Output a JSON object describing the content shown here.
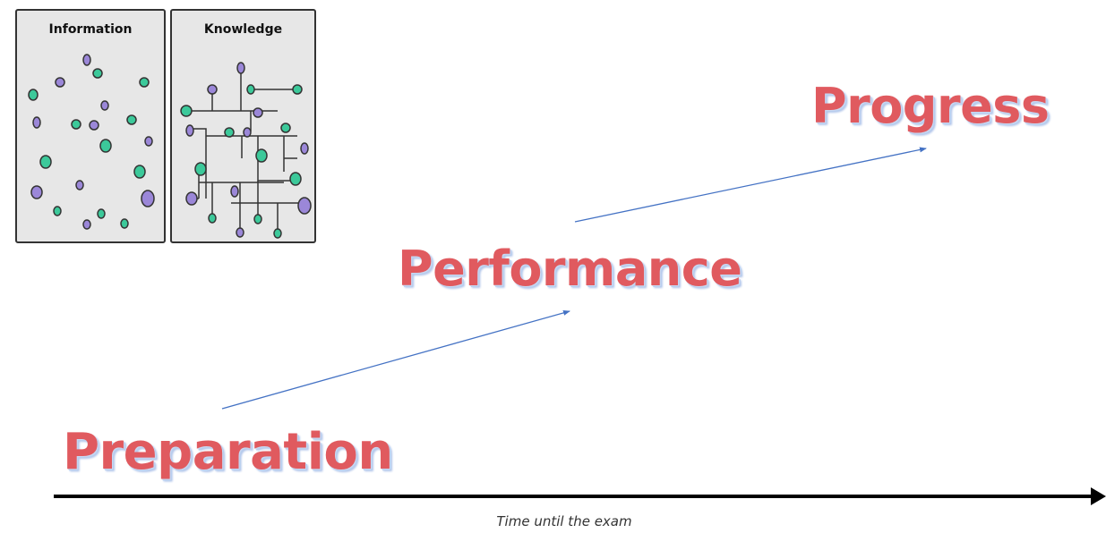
{
  "panels": {
    "information": {
      "title": "Information"
    },
    "knowledge": {
      "title": "Knowledge"
    }
  },
  "stages": {
    "preparation": "Preparation",
    "performance": "Performance",
    "progress": "Progress"
  },
  "axis": {
    "label": "Time until the exam"
  },
  "colors": {
    "stage_text": "#e05a5f",
    "arrow": "#4472c4",
    "axis": "#000000",
    "dot_green": "#3cc99a",
    "dot_purple": "#9b87d8",
    "panel_fill": "#e7e7e7"
  }
}
